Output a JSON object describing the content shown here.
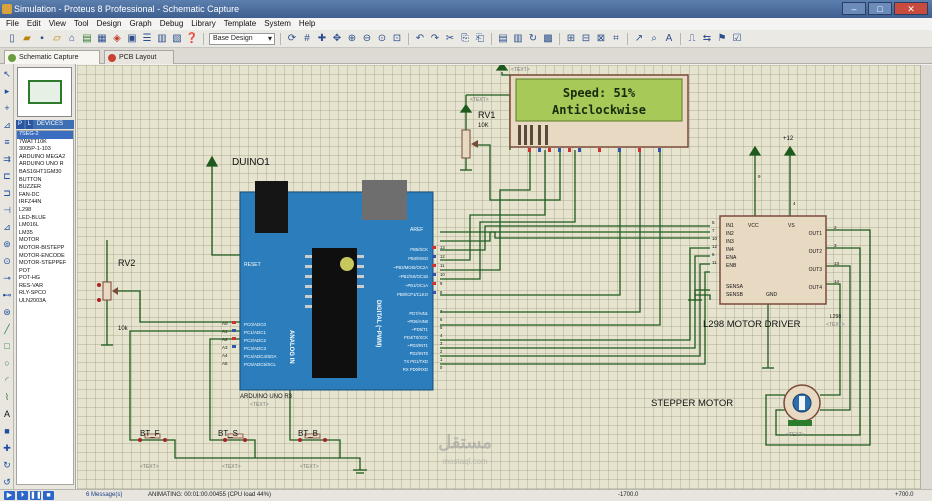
{
  "window": {
    "title": "Simulation - Proteus 8 Professional - Schematic Capture"
  },
  "menu": [
    "File",
    "Edit",
    "View",
    "Tool",
    "Design",
    "Graph",
    "Debug",
    "Library",
    "Template",
    "System",
    "Help"
  ],
  "toolbar": {
    "style_select": "Base Design"
  },
  "tabs": [
    {
      "label": "Schematic Capture"
    },
    {
      "label": "PCB Layout"
    }
  ],
  "device_panel": {
    "tab_p": "P",
    "tab_l": "L",
    "header": "DEVICES",
    "items": [
      "7SEG-2",
      "7WATT10K",
      "3005P-1-103",
      "ARDUINO MEGA2",
      "ARDUINO UNO R",
      "BAS16HT1GM30",
      "BUTTON",
      "BUZZER",
      "FAN-DC",
      "IRFZ44N",
      "L298",
      "LED-BLUE",
      "LM016L",
      "LM35",
      "MOTOR",
      "MOTOR-BISTEPP",
      "MOTOR-ENCODE",
      "MOTOR-STEPPEF",
      "POT",
      "POT-HG",
      "RES-VAR",
      "RLY-SPCO",
      "ULN2003A"
    ],
    "selected_index": 0
  },
  "schematic": {
    "lcd_line1": "Speed: 51%",
    "lcd_line2": "Anticlockwise",
    "lcd_text_tag": "<TEXT>",
    "rv1_label": "RV1",
    "rv1_value": "10K",
    "rv2_label": "RV2",
    "rv2_value": "10k",
    "arduino_label": "DUINO1",
    "arduino_sub": "ARDUINO UNO R3",
    "arduino_text_tag": "<TEXT>",
    "analog_in": "ANALOG IN",
    "digital_pwm": "DIGITAL (~PWM)",
    "aref": "AREF",
    "reset": "RESET",
    "analog_pins": [
      "PC0/ADC0",
      "PC1/ADC1",
      "PC2/ADC2",
      "PC3/ADC3",
      "PC4/ADC4/SDA",
      "PC5/ADC5/SCL"
    ],
    "analog_pin_names": [
      "A0",
      "A1",
      "A2",
      "A3",
      "A4",
      "A5"
    ],
    "digital_pins_top": [
      "PB5/SCK",
      "PB4/MISO",
      "~PB3/MOSI/OC2A",
      "~PB2/SS/OC1B",
      "~PB1/OC1A",
      "PB0/ICP1/CLKO"
    ],
    "digital_pins_bottom": [
      "PD7/AIN1",
      "~PD6/AIN0",
      "~PD5/T1",
      "PD4/T0/XCK",
      "~PD3/INT1",
      "PD2/INT0",
      "TX PD1/TXD",
      "RX PD0/RXD"
    ],
    "digital_numbers_top": [
      "13",
      "12",
      "11",
      "10",
      "9",
      "8"
    ],
    "digital_numbers_bottom": [
      "7",
      "6",
      "5",
      "4",
      "3",
      "2",
      "1",
      "0"
    ],
    "l298_label": "L298 MOTOR DRIVER",
    "l298_ref": "L298",
    "l298_text_tag": "<TEXT>",
    "l298_pins_left": [
      "IN1",
      "IN2",
      "IN3",
      "IN4",
      "ENA",
      "ENB"
    ],
    "l298_pins_right": [
      "OUT1",
      "OUT2",
      "OUT3",
      "OUT4"
    ],
    "l298_sens": [
      "SENSA",
      "SENSB"
    ],
    "l298_vcc": "VCC",
    "l298_vs": "VS",
    "l298_gnd": "GND",
    "l298_pin_nums_left": [
      "5",
      "7",
      "10",
      "12",
      "6",
      "11"
    ],
    "l298_pin_nums_right": [
      "2",
      "3",
      "13",
      "14"
    ],
    "l298_top_nums": [
      "9",
      "4"
    ],
    "supply_label": "+12",
    "stepper_label": "STEPPER MOTOR",
    "stepper_text_tag": "<TEXT>",
    "buttons": [
      {
        "label": "BT_F"
      },
      {
        "label": "BT_S"
      },
      {
        "label": "BT_B"
      }
    ],
    "button_text_tag": "<TEXT>",
    "rv1_text_tag": "<TEXT>"
  },
  "watermark": {
    "main": "مستقل",
    "sub": "mostaql.com"
  },
  "statusbar": {
    "messages": "6 Message(s)",
    "status": "ANIMATING: 00:01:00.00455 (CPU load 44%)",
    "coord_x": "-1700.0",
    "coord_y": "+700.0"
  }
}
